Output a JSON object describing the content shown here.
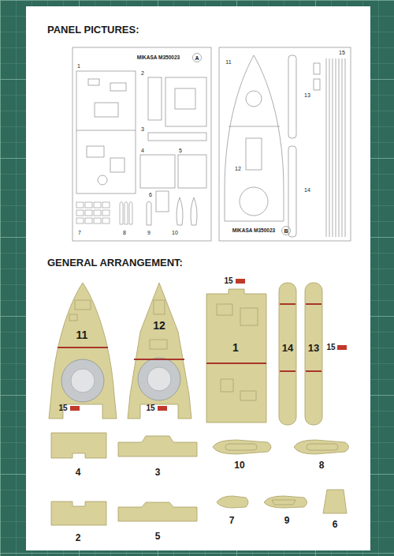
{
  "diagram": {
    "labels": [
      "PANEL PICTURES:",
      "MIKASA M350023",
      "A",
      "1",
      "2",
      "3",
      "4",
      "5",
      "6",
      "7",
      "8",
      "9",
      "10",
      "11",
      "12",
      "13",
      "14",
      "15",
      "MIKASA M350023",
      "B",
      "GENERAL ARRANGEMENT:",
      "15",
      "11",
      "12",
      "1",
      "14",
      "13",
      "15",
      "15",
      "15",
      "4",
      "3",
      "10",
      "8",
      "2",
      "5",
      "7",
      "9",
      "6"
    ]
  }
}
